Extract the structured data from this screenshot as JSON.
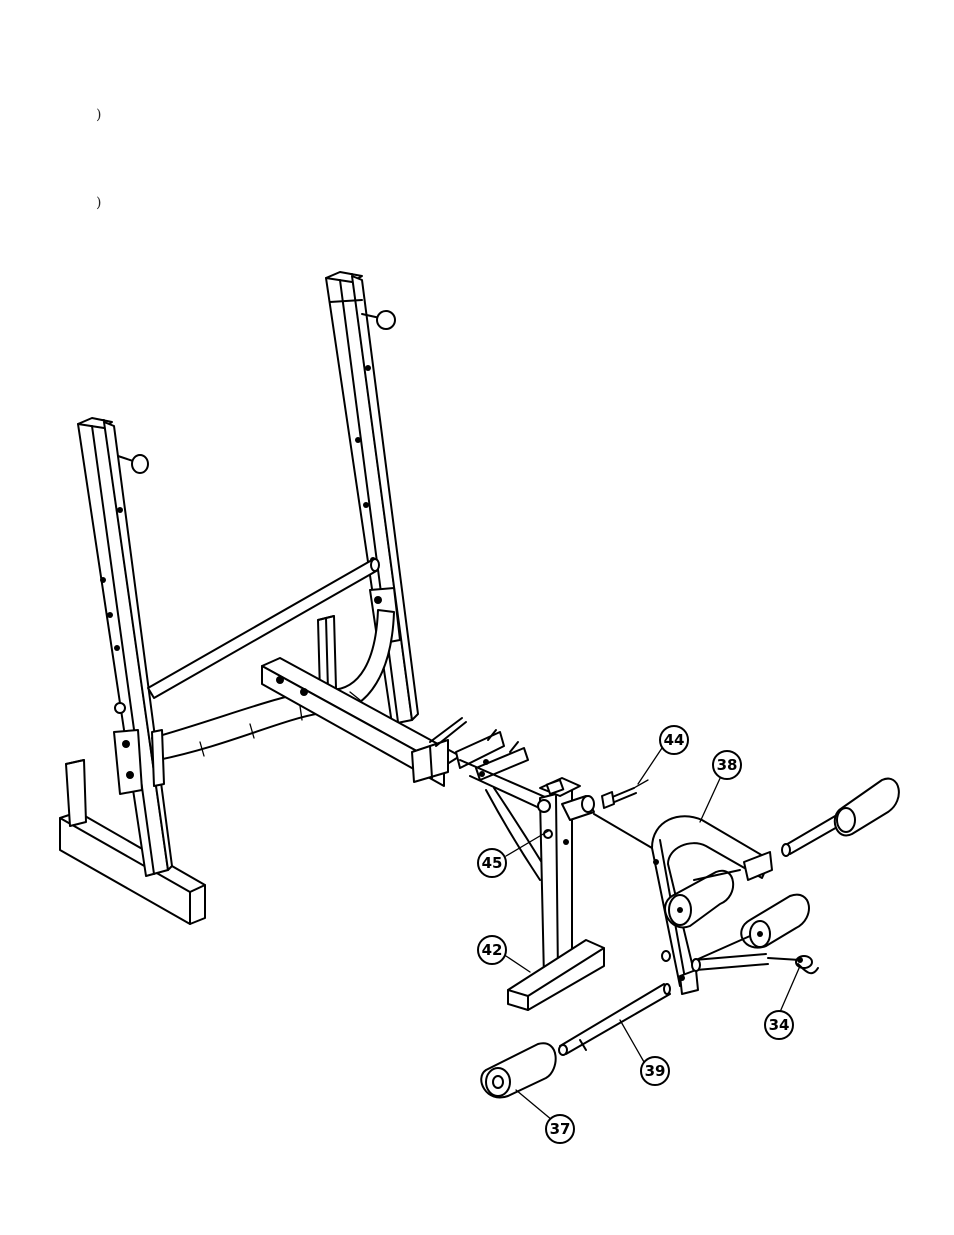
{
  "markers": [
    ")",
    ")"
  ],
  "callouts": [
    {
      "label": "44"
    },
    {
      "label": "38"
    },
    {
      "label": "45"
    },
    {
      "label": "42"
    },
    {
      "label": "34"
    },
    {
      "label": "39"
    },
    {
      "label": "37"
    }
  ],
  "icons": [
    "weight-bench-exploded-view"
  ]
}
